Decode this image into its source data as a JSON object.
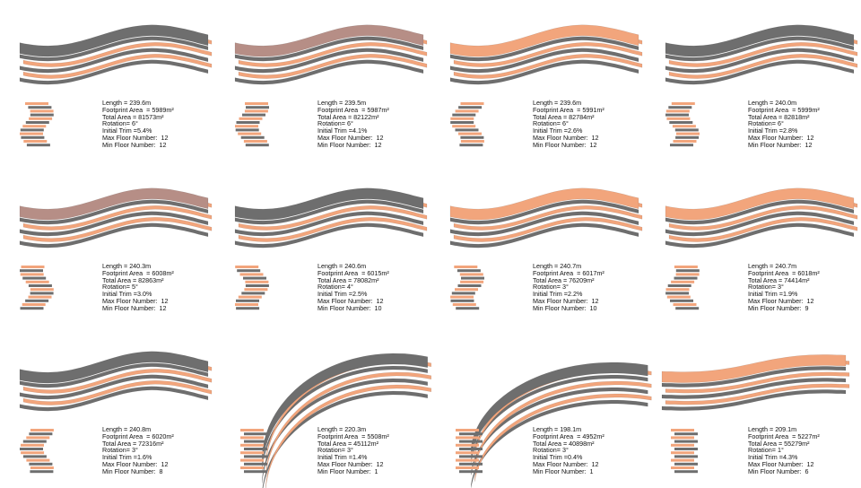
{
  "colors": {
    "gray": "#6e6e6e",
    "peach": "#f2a57c",
    "mauve": "#b68e86"
  },
  "labels": {
    "length": "Length = ",
    "footprint": "Footprint Area  = ",
    "total": "Total Area = ",
    "rotation": "Rotation= ",
    "trim": "Initial Trim =",
    "max": "Max Floor Number:  ",
    "min": "Min Floor Number:  "
  },
  "schemes": [
    {
      "length": "239.6m",
      "footprint": "5989m²",
      "total": "81573m²",
      "rotation": "6°",
      "trim": "5.4%",
      "max": "12",
      "min": "12",
      "shape": "wave",
      "top": "gray"
    },
    {
      "length": "239.5m",
      "footprint": "5987m²",
      "total": "82122m²",
      "rotation": "6°",
      "trim": "4.1%",
      "max": "12",
      "min": "12",
      "shape": "wave",
      "top": "mauve"
    },
    {
      "length": "239.6m",
      "footprint": "5991m²",
      "total": "82784m²",
      "rotation": "6°",
      "trim": "2.6%",
      "max": "12",
      "min": "12",
      "shape": "wave",
      "top": "peach"
    },
    {
      "length": "240.0m",
      "footprint": "5999m²",
      "total": "82818m²",
      "rotation": "6°",
      "trim": "2.8%",
      "max": "12",
      "min": "12",
      "shape": "wave",
      "top": "gray"
    },
    {
      "length": "240.3m",
      "footprint": "6008m²",
      "total": "82863m²",
      "rotation": "5°",
      "trim": "3.0%",
      "max": "12",
      "min": "12",
      "shape": "wave",
      "top": "mauve"
    },
    {
      "length": "240.6m",
      "footprint": "6015m²",
      "total": "78082m²",
      "rotation": "4°",
      "trim": "2.5%",
      "max": "12",
      "min": "10",
      "shape": "wave",
      "top": "gray"
    },
    {
      "length": "240.7m",
      "footprint": "6017m²",
      "total": "76209m²",
      "rotation": "3°",
      "trim": "2.2%",
      "max": "12",
      "min": "10",
      "shape": "wave",
      "top": "peach"
    },
    {
      "length": "240.7m",
      "footprint": "6018m²",
      "total": "74414m²",
      "rotation": "3°",
      "trim": "1.9%",
      "max": "12",
      "min": "9",
      "shape": "wave",
      "top": "peach"
    },
    {
      "length": "240.8m",
      "footprint": "6020m²",
      "total": "72316m²",
      "rotation": "3°",
      "trim": "1.6%",
      "max": "12",
      "min": "8",
      "shape": "wave",
      "top": "gray"
    },
    {
      "length": "220.3m",
      "footprint": "5508m²",
      "total": "45112m²",
      "rotation": "3°",
      "trim": "1.4%",
      "max": "12",
      "min": "1",
      "shape": "arc",
      "top": "gray"
    },
    {
      "length": "198.1m",
      "footprint": "4952m²",
      "total": "40898m²",
      "rotation": "3°",
      "trim": "0.4%",
      "max": "12",
      "min": "1",
      "shape": "arc2",
      "top": "gray"
    },
    {
      "length": "209.1m",
      "footprint": "5227m²",
      "total": "55279m²",
      "rotation": "1°",
      "trim": "4.3%",
      "max": "12",
      "min": "6",
      "shape": "flat",
      "top": "peach"
    }
  ]
}
